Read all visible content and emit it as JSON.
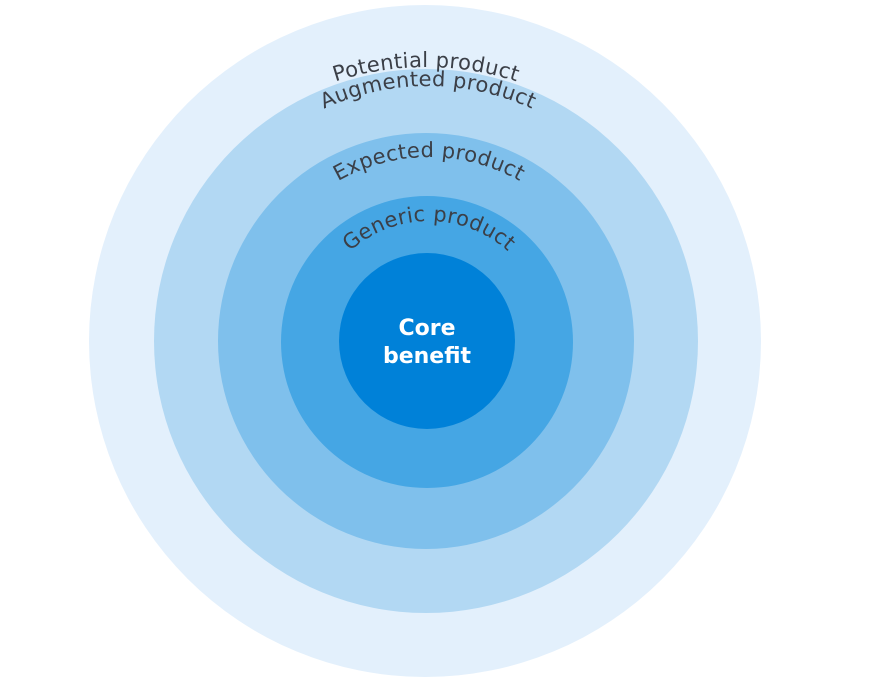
{
  "diagram": {
    "rings": [
      {
        "label": "Potential product",
        "color": "#e3f0fc"
      },
      {
        "label": "Augmented product",
        "color": "#b2d8f3"
      },
      {
        "label": "Expected product",
        "color": "#7fc0ec"
      },
      {
        "label": "Generic product",
        "color": "#45a6e4"
      }
    ],
    "core": {
      "line1": "Core",
      "line2": "benefit",
      "color": "#0081d8",
      "text_color": "#ffffff"
    },
    "label_color": "#3b3f47"
  }
}
